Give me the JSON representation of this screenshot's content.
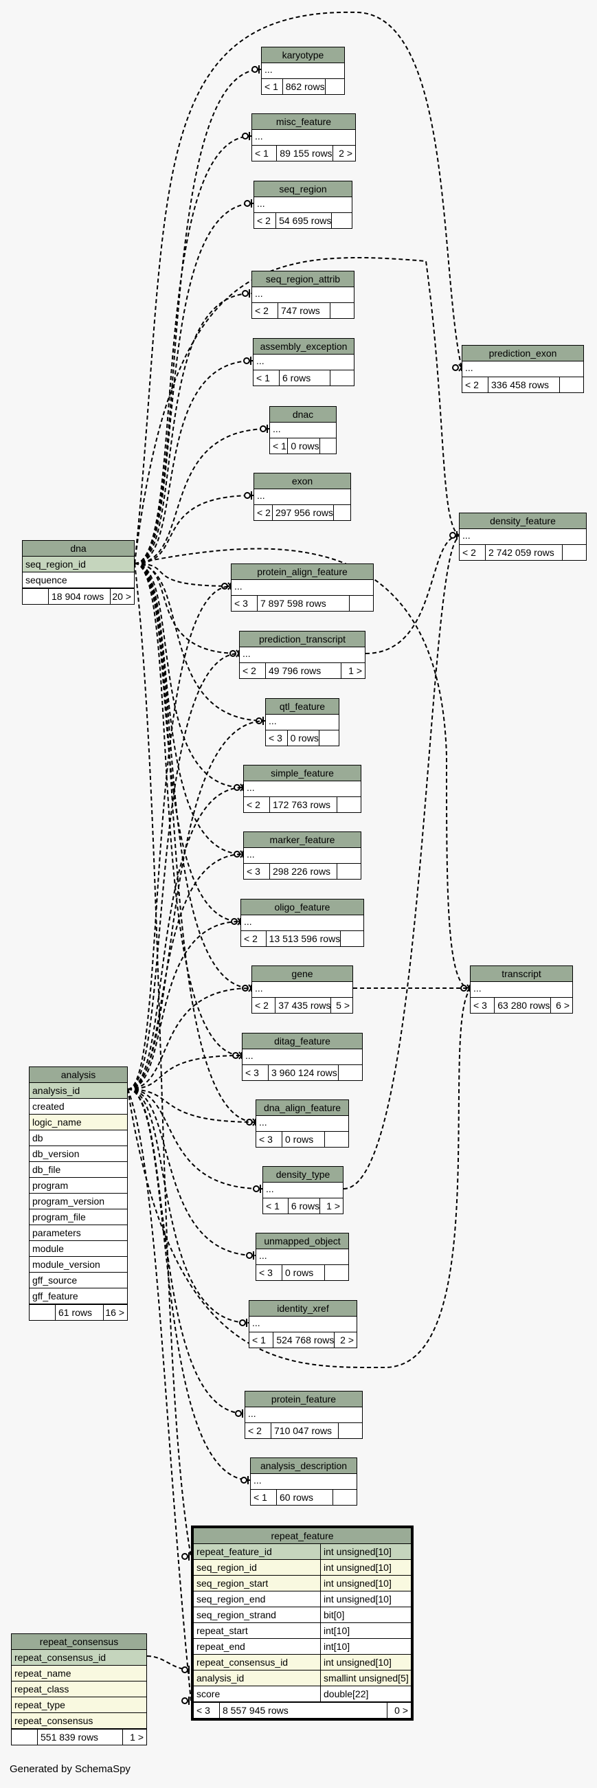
{
  "footer": "Generated by SchemaSpy",
  "small_tables": [
    {
      "key": "karyotype",
      "name": "karyotype",
      "parents": "< 1",
      "rows": "862 rows",
      "children": ""
    },
    {
      "key": "misc_feature",
      "name": "misc_feature",
      "parents": "< 1",
      "rows": "89 155 rows",
      "children": "2 >"
    },
    {
      "key": "seq_region",
      "name": "seq_region",
      "parents": "< 2",
      "rows": "54 695 rows",
      "children": ""
    },
    {
      "key": "seq_region_attrib",
      "name": "seq_region_attrib",
      "parents": "< 2",
      "rows": "747 rows",
      "children": ""
    },
    {
      "key": "assembly_exception",
      "name": "assembly_exception",
      "parents": "< 1",
      "rows": "6 rows",
      "children": ""
    },
    {
      "key": "dnac",
      "name": "dnac",
      "parents": "< 1",
      "rows": "0 rows",
      "children": ""
    },
    {
      "key": "exon",
      "name": "exon",
      "parents": "< 2",
      "rows": "297 956 rows",
      "children": ""
    },
    {
      "key": "protein_align_feature",
      "name": "protein_align_feature",
      "parents": "< 3",
      "rows": "7 897 598 rows",
      "children": ""
    },
    {
      "key": "prediction_transcript",
      "name": "prediction_transcript",
      "parents": "< 2",
      "rows": "49 796 rows",
      "children": "1 >"
    },
    {
      "key": "qtl_feature",
      "name": "qtl_feature",
      "parents": "< 3",
      "rows": "0 rows",
      "children": ""
    },
    {
      "key": "simple_feature",
      "name": "simple_feature",
      "parents": "< 2",
      "rows": "172 763 rows",
      "children": ""
    },
    {
      "key": "marker_feature",
      "name": "marker_feature",
      "parents": "< 3",
      "rows": "298 226 rows",
      "children": ""
    },
    {
      "key": "oligo_feature",
      "name": "oligo_feature",
      "parents": "< 2",
      "rows": "13 513 596 rows",
      "children": ""
    },
    {
      "key": "gene",
      "name": "gene",
      "parents": "< 2",
      "rows": "37 435 rows",
      "children": "5 >"
    },
    {
      "key": "ditag_feature",
      "name": "ditag_feature",
      "parents": "< 3",
      "rows": "3 960 124 rows",
      "children": ""
    },
    {
      "key": "dna_align_feature",
      "name": "dna_align_feature",
      "parents": "< 3",
      "rows": "0 rows",
      "children": ""
    },
    {
      "key": "density_type",
      "name": "density_type",
      "parents": "< 1",
      "rows": "6 rows",
      "children": "1 >"
    },
    {
      "key": "unmapped_object",
      "name": "unmapped_object",
      "parents": "< 3",
      "rows": "0 rows",
      "children": ""
    },
    {
      "key": "identity_xref",
      "name": "identity_xref",
      "parents": "< 1",
      "rows": "524 768 rows",
      "children": "2 >"
    },
    {
      "key": "protein_feature",
      "name": "protein_feature",
      "parents": "< 2",
      "rows": "710 047 rows",
      "children": ""
    },
    {
      "key": "analysis_description",
      "name": "analysis_description",
      "parents": "< 1",
      "rows": "60 rows",
      "children": ""
    },
    {
      "key": "prediction_exon",
      "name": "prediction_exon",
      "parents": "< 2",
      "rows": "336 458 rows",
      "children": ""
    },
    {
      "key": "density_feature",
      "name": "density_feature",
      "parents": "< 2",
      "rows": "2 742 059 rows",
      "children": ""
    },
    {
      "key": "transcript",
      "name": "transcript",
      "parents": "< 3",
      "rows": "63 280 rows",
      "children": "6 >"
    }
  ],
  "ellipsis": "...",
  "dna": {
    "name": "dna",
    "columns": [
      {
        "name": "seq_region_id",
        "kind": "pk"
      },
      {
        "name": "sequence",
        "kind": "plain"
      }
    ],
    "parents": "",
    "rows": "18 904 rows",
    "children": "20 >"
  },
  "analysis": {
    "name": "analysis",
    "columns": [
      {
        "name": "analysis_id",
        "kind": "pk"
      },
      {
        "name": "created",
        "kind": "plain"
      },
      {
        "name": "logic_name",
        "kind": "fk"
      },
      {
        "name": "db",
        "kind": "plain"
      },
      {
        "name": "db_version",
        "kind": "plain"
      },
      {
        "name": "db_file",
        "kind": "plain"
      },
      {
        "name": "program",
        "kind": "plain"
      },
      {
        "name": "program_version",
        "kind": "plain"
      },
      {
        "name": "program_file",
        "kind": "plain"
      },
      {
        "name": "parameters",
        "kind": "plain"
      },
      {
        "name": "module",
        "kind": "plain"
      },
      {
        "name": "module_version",
        "kind": "plain"
      },
      {
        "name": "gff_source",
        "kind": "plain"
      },
      {
        "name": "gff_feature",
        "kind": "plain"
      }
    ],
    "parents": "",
    "rows": "61 rows",
    "children": "16 >"
  },
  "repeat_consensus": {
    "name": "repeat_consensus",
    "columns": [
      {
        "name": "repeat_consensus_id",
        "kind": "pk"
      },
      {
        "name": "repeat_name",
        "kind": "fk"
      },
      {
        "name": "repeat_class",
        "kind": "fk"
      },
      {
        "name": "repeat_type",
        "kind": "fk"
      },
      {
        "name": "repeat_consensus",
        "kind": "fk"
      }
    ],
    "parents": "",
    "rows": "551 839 rows",
    "children": "1 >"
  },
  "repeat_feature": {
    "name": "repeat_feature",
    "columns": [
      {
        "name": "repeat_feature_id",
        "type": "int unsigned[10]",
        "kind": "pk"
      },
      {
        "name": "seq_region_id",
        "type": "int unsigned[10]",
        "kind": "fk"
      },
      {
        "name": "seq_region_start",
        "type": "int unsigned[10]",
        "kind": "fk"
      },
      {
        "name": "seq_region_end",
        "type": "int unsigned[10]",
        "kind": "plain"
      },
      {
        "name": "seq_region_strand",
        "type": "bit[0]",
        "kind": "plain"
      },
      {
        "name": "repeat_start",
        "type": "int[10]",
        "kind": "plain"
      },
      {
        "name": "repeat_end",
        "type": "int[10]",
        "kind": "plain"
      },
      {
        "name": "repeat_consensus_id",
        "type": "int unsigned[10]",
        "kind": "fk"
      },
      {
        "name": "analysis_id",
        "type": "smallint unsigned[5]",
        "kind": "fk"
      },
      {
        "name": "score",
        "type": "double[22]",
        "kind": "plain"
      }
    ],
    "parents": "< 3",
    "rows": "8 557 945 rows",
    "children": "0 >"
  }
}
